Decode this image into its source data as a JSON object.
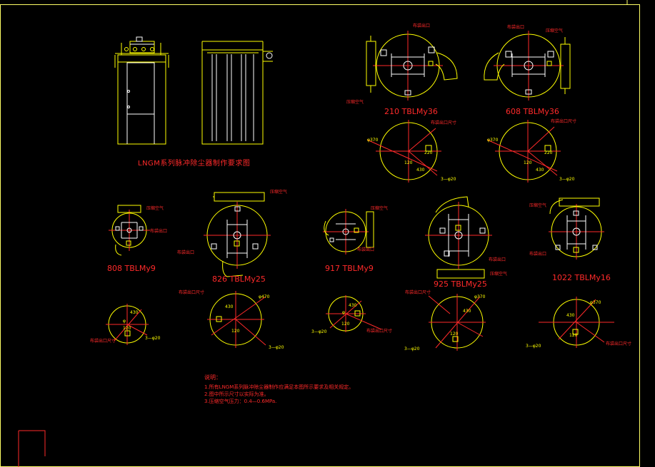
{
  "colors": {
    "background": "#000000",
    "frame": "#ffff66",
    "outline": "#ffff00",
    "centerline": "#ff2a2a",
    "accent": "#ffffff"
  },
  "elevation_title": "LNGM系列脉冲除尘器制作要求图",
  "views": [
    {
      "id": "210",
      "label": "210 TBLMy36",
      "tag_outlet": "布袋出口",
      "tag_air": "压缩空气"
    },
    {
      "id": "608",
      "label": "608 TBLMy36",
      "tag_outlet": "布袋出口",
      "tag_air": "压缩空气"
    },
    {
      "id": "808",
      "label": "808 TBLMy9",
      "tag_outlet": "布袋出口",
      "tag_air": "压缩空气"
    },
    {
      "id": "826",
      "label": "826 TBLMy25",
      "tag_outlet": "布袋出口",
      "tag_air": "压缩空气"
    },
    {
      "id": "917",
      "label": "917 TBLMy9",
      "tag_outlet": "布袋出口",
      "tag_air": "压缩空气"
    },
    {
      "id": "925",
      "label": "925 TBLMy25",
      "tag_outlet": "布袋出口",
      "tag_air": "压缩空气"
    },
    {
      "id": "1022",
      "label": "1022 TBLMy16",
      "tag_outlet": "布袋出口",
      "tag_air": "压缩空气"
    }
  ],
  "hole_details": [
    {
      "id": "d210",
      "tag": "布袋出口尺寸",
      "holes": "3—φ20",
      "dim_a": "φ370",
      "dim_b": "430",
      "dim_c": "120",
      "dim_d": "220"
    },
    {
      "id": "d608",
      "tag": "布袋出口尺寸",
      "holes": "3—φ20",
      "dim_a": "φ370",
      "dim_b": "430",
      "dim_c": "120",
      "dim_d": "220"
    },
    {
      "id": "d808",
      "tag": "布袋出口尺寸",
      "holes": "3—φ20",
      "dim_a": "φ",
      "dim_b": "430",
      "dim_c": "120"
    },
    {
      "id": "d826",
      "tag": "布袋出口尺寸",
      "holes": "3—φ20",
      "dim_a": "φ470",
      "dim_b": "430",
      "dim_c": "120"
    },
    {
      "id": "d917",
      "tag": "布袋出口尺寸",
      "holes": "3—φ20",
      "dim_a": "φ",
      "dim_b": "430",
      "dim_c": "120"
    },
    {
      "id": "d925",
      "tag": "布袋出口尺寸",
      "holes": "3—φ20",
      "dim_a": "φ370",
      "dim_b": "430",
      "dim_c": "120"
    },
    {
      "id": "d1022",
      "tag": "布袋出口尺寸",
      "holes": "3—φ20",
      "dim_a": "φ370",
      "dim_b": "430",
      "dim_c": "120"
    }
  ],
  "notes": {
    "heading": "说明：",
    "line1": "1.所有LNGM系列脉冲除尘器制作应满足本图所示要求及相关规定。",
    "line2": "2.图中所示尺寸以实际为准。",
    "line3": "3.压缩空气压力：0.4—0.6MPa."
  }
}
